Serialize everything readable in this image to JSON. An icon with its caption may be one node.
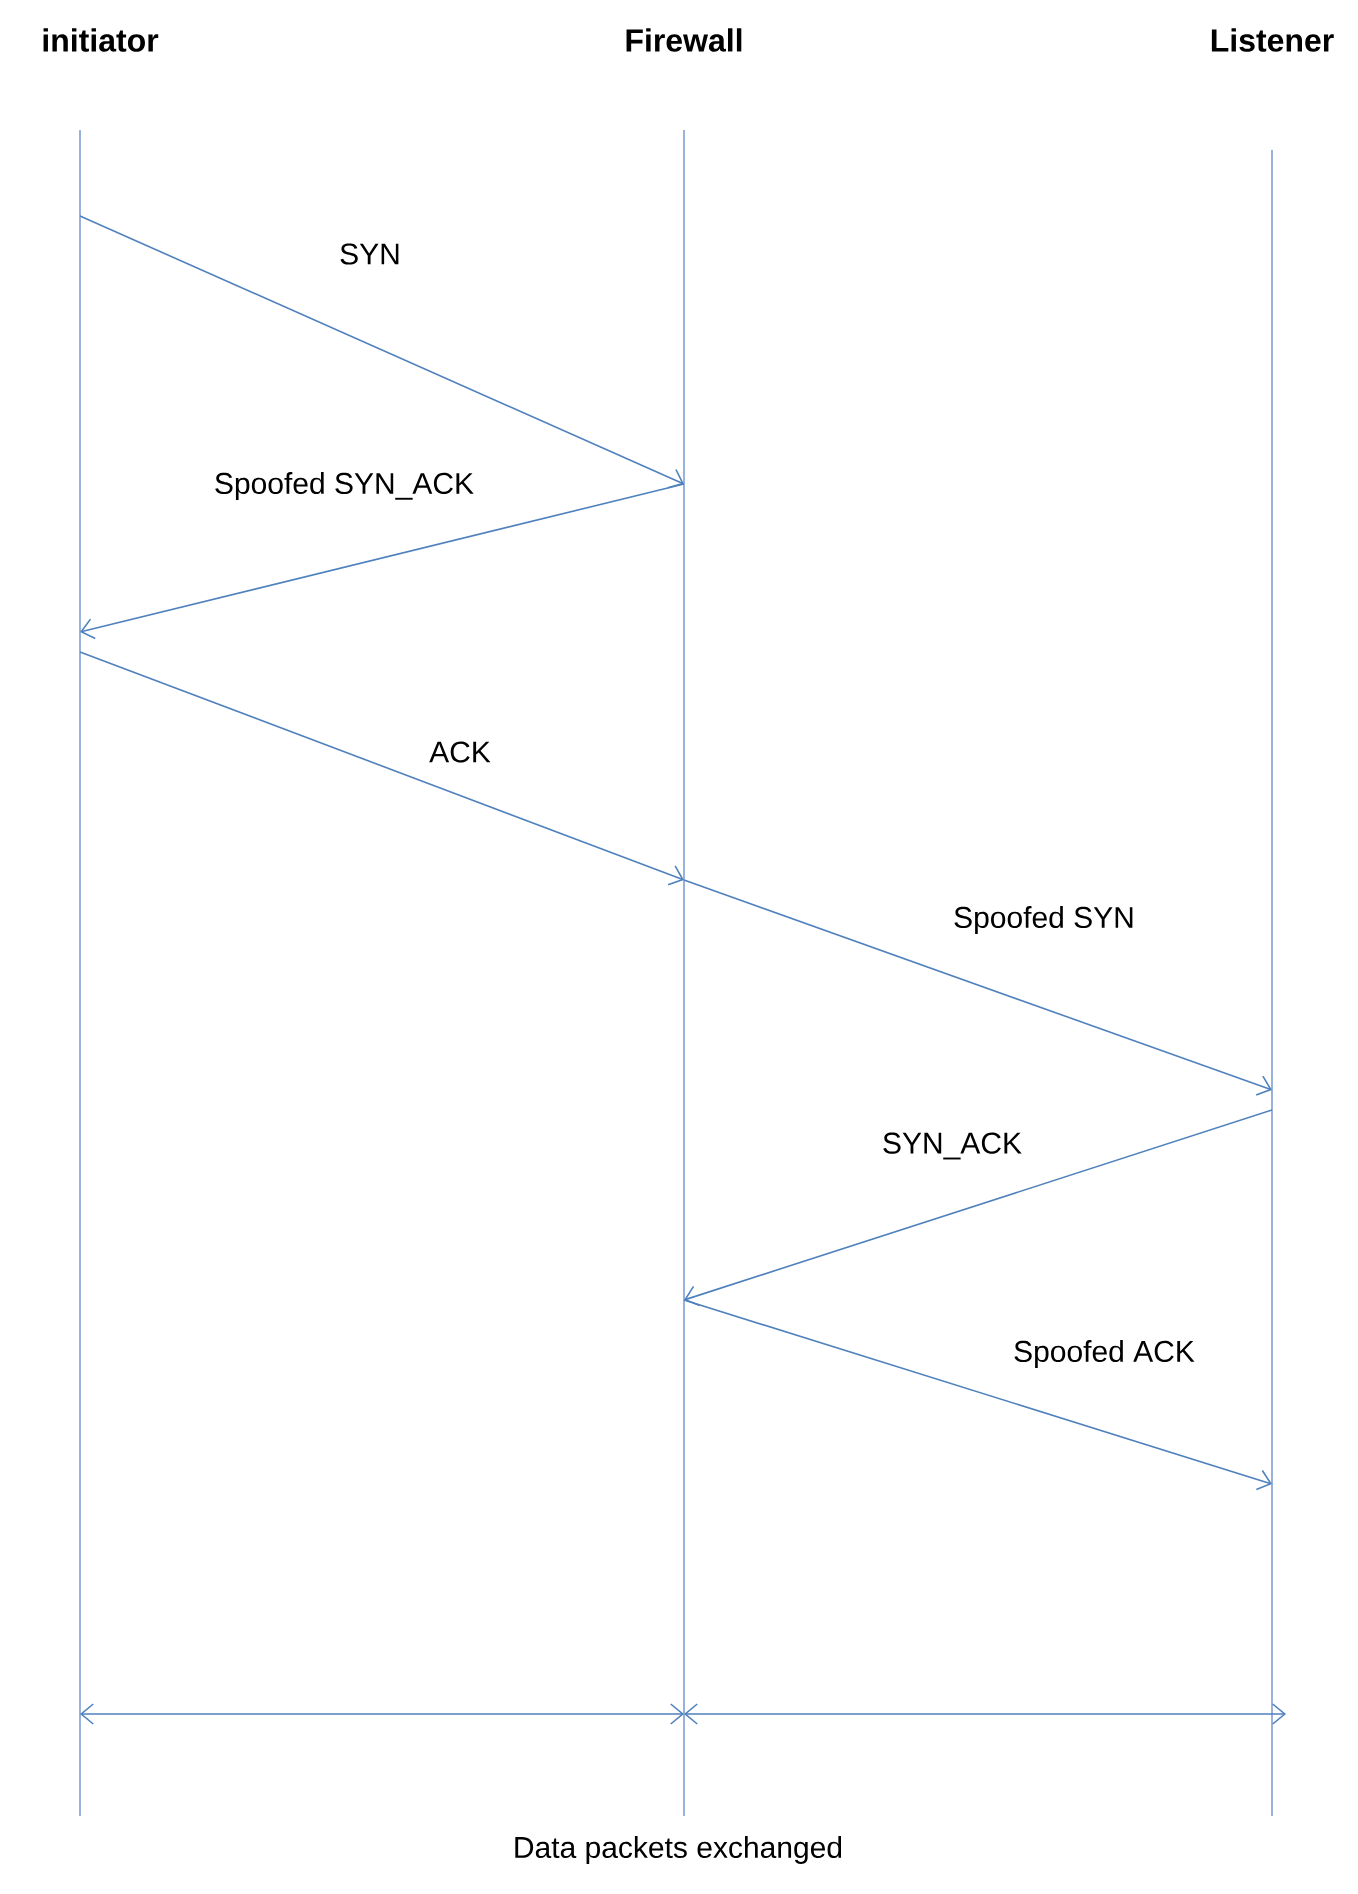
{
  "diagram": {
    "nodes": [
      {
        "text": [
          "initiator"
        ]
      },
      {
        "text": [
          "Firewall"
        ]
      },
      {
        "text": [
          "Listener"
        ]
      }
    ],
    "edges": [
      {
        "from": 0,
        "to": 1,
        "arrow": "to",
        "label": "SYN"
      },
      {
        "from": 1,
        "to": 0,
        "arrow": "to",
        "label": "Spoofed SYN_ACK"
      },
      {
        "from": 0,
        "to": 1,
        "arrow": "to",
        "label": "ACK"
      },
      {
        "from": 1,
        "to": 2,
        "arrow": "to",
        "label": "Spoofed SYN"
      },
      {
        "from": 2,
        "to": 1,
        "arrow": "to",
        "label": "SYN_ACK"
      },
      {
        "from": 1,
        "to": 2,
        "arrow": "to",
        "label": "Spoofed ACK"
      },
      {
        "from": 0,
        "to": 1,
        "arrow": "both"
      },
      {
        "from": 1,
        "to": 2,
        "arrow": "both"
      }
    ],
    "labels": [
      "Data packets exchanged"
    ]
  }
}
